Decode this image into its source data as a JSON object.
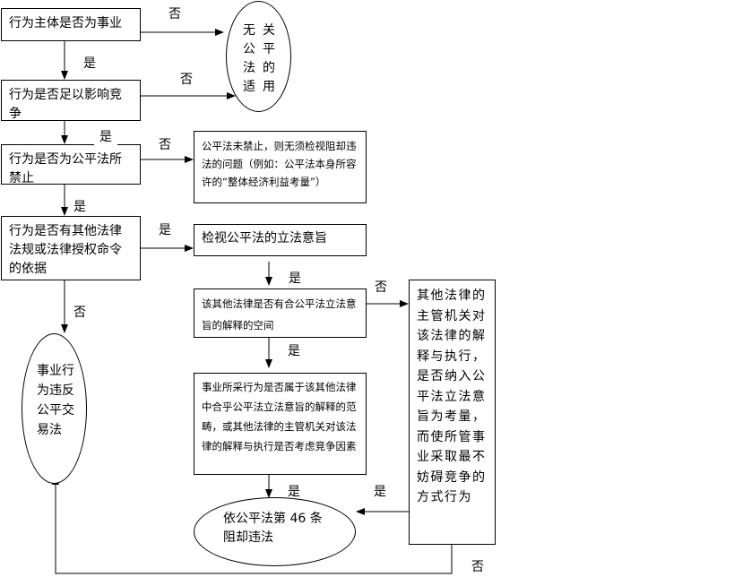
{
  "nodes": {
    "q1": "行为主体是否为事业",
    "q2": "行为是否足以影响竞争",
    "q3": "行为是否为公平法所禁止",
    "q4": "行为是否有其他法律法规或法律授权命令的依据",
    "no_apply": "无关公平法的适用",
    "not_prohibited": "公平法未禁止，则无须检视阻却违法的问题（例如：公平法本身所容许的“整体经济利益考量”）",
    "review_intent": "检视公平法的立法意旨",
    "q5": "该其他法律是否有合公平法立法意旨的解释的空间",
    "q6": "事业所采行为是否属于该其他法律中合乎公平法立法意旨的解释的范畴，或其他法律的主管机关对该法律的解释与执行是否考虑竞争因素",
    "q7": "其他法律的主管机关对该法律的解释与执行，是否纳入公平法立法意旨为考量，而使所管事业采取最不妨碍竞争的方式行为",
    "violation": "事业行为违反公平交易法",
    "exemption": "依公平法第 46 条阻却违法"
  },
  "labels": {
    "yes": "是",
    "no": "否"
  }
}
